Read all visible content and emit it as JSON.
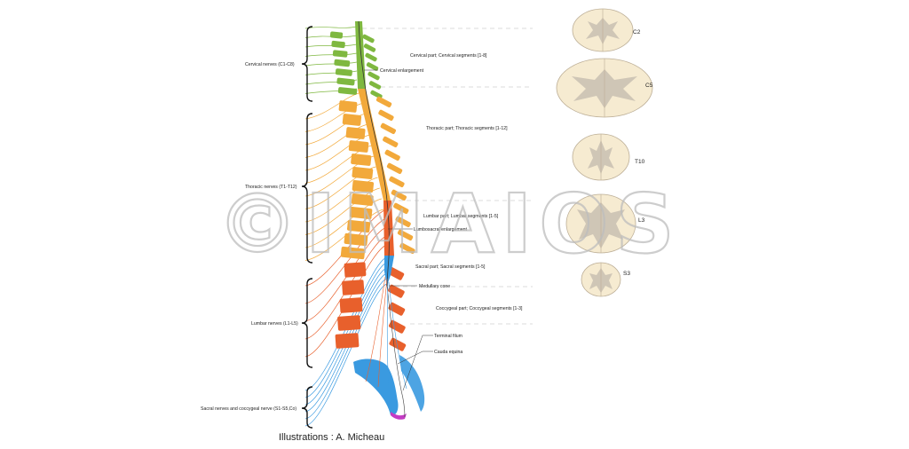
{
  "labels": {
    "cervical_nerves": "Cervical nerves (C1-C8)",
    "thoracic_nerves": "Thoracic nerves (T1-T12)",
    "lumbar_nerves": "Lumbar nerves (L1-L5)",
    "sacral_nerves": "Sacral nerves and coccygeal nerve (S1-S5,Co)",
    "cervical_part": "Cervical part; Cervical segments [1-8]",
    "cervical_enlargement": "Cervical enlargement",
    "thoracic_part": "Thoracic part; Thoracic segments [1-12]",
    "lumbar_part": "Lumbar part; Lumbar segments [1-5]",
    "lumbosacral_enlargement": "Lumbosacral enlargement",
    "sacral_part": "Sacral part; Sacral segments [1-5]",
    "medullary_cone": "Medullary cone",
    "coccygeal_part": "Coccygeal part; Coccygeal segments [1-3]",
    "terminal_filum": "Terminal filum",
    "cauda_equina": "Cauda equina"
  },
  "sections": {
    "c2": "C2",
    "c5": "C5",
    "t10": "T10",
    "l3": "L3",
    "s3": "S3"
  },
  "credit": "Illustrations : A. Micheau",
  "watermark": "©IMAIOS",
  "colors": {
    "cervical": "#7fb840",
    "thoracic": "#f2a93b",
    "lumbar": "#e8602c",
    "sacral": "#3a9ae0",
    "coccygeal": "#c43bc4",
    "section_white": "#f6ebd1",
    "section_grey": "#cfc6b6"
  }
}
